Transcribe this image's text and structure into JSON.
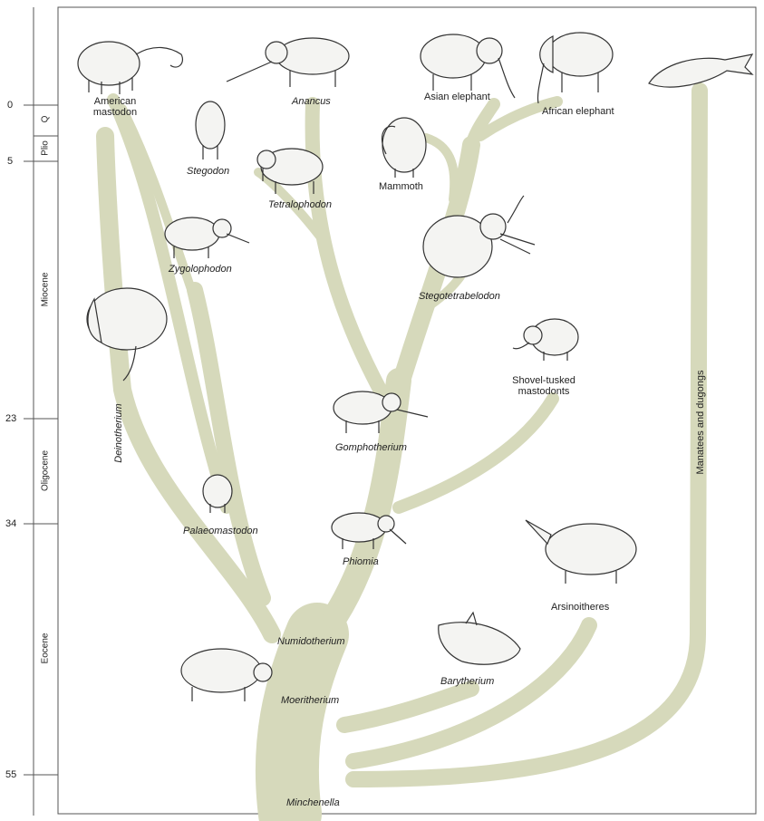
{
  "time_scale": {
    "ticks": [
      {
        "value": "0"
      },
      {
        "value": "5"
      },
      {
        "value": "23"
      },
      {
        "value": "34"
      },
      {
        "value": "55"
      }
    ],
    "epochs": [
      "Q",
      "Plio",
      "Miocene",
      "Oligocene",
      "Eocene"
    ]
  },
  "taxa": {
    "american_mastodon_line1": "American",
    "american_mastodon_line2": "mastodon",
    "anancus": "Anancus",
    "asian_elephant": "Asian elephant",
    "african_elephant": "African elephant",
    "stegodon": "Stegodon",
    "tetralophodon": "Tetralophodon",
    "mammoth": "Mammoth",
    "zygolophodon": "Zygolophodon",
    "stegotetrabelodon": "Stegotetrabelodon",
    "shovel_tusked_line1": "Shovel-tusked",
    "shovel_tusked_line2": "mastodonts",
    "deinotherium": "Deinotherium",
    "gomphotherium": "Gomphotherium",
    "palaeomastodon": "Palaeomastodon",
    "phiomia": "Phiomia",
    "arsinoitheres": "Arsinoitheres",
    "numidotherium": "Numidotherium",
    "barytherium": "Barytherium",
    "moeritherium": "Moeritherium",
    "manatees_dugongs": "Manatees and dugongs",
    "minchenella": "Minchenella"
  },
  "colors": {
    "branch": "#d6d9bb",
    "ink": "#222222",
    "background": "#ffffff"
  },
  "icons": {
    "animals": [
      "american-mastodon-icon",
      "anancus-icon",
      "asian-elephant-icon",
      "african-elephant-icon",
      "sirenian-icon",
      "stegodon-icon",
      "tetralophodon-icon",
      "mammoth-icon",
      "zygolophodon-icon",
      "stegotetrabelodon-icon",
      "deinotherium-icon",
      "shovel-tusked-icon",
      "gomphotherium-icon",
      "palaeomastodon-icon",
      "phiomia-icon",
      "arsinoithere-icon",
      "barytherium-icon",
      "moeritherium-icon"
    ]
  }
}
